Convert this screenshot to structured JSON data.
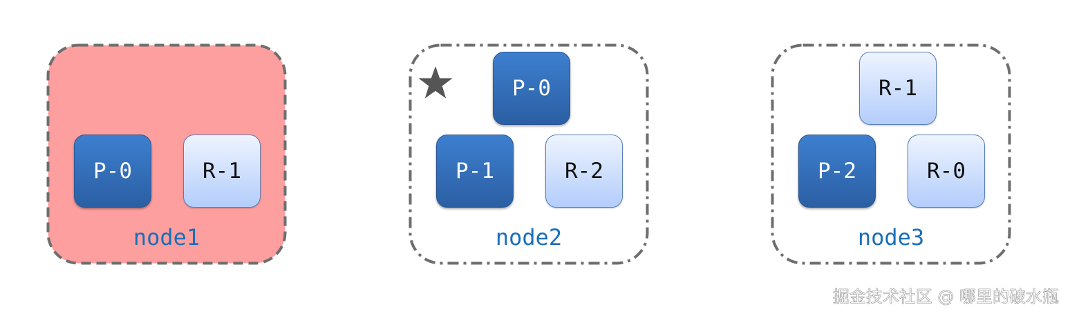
{
  "nodes": [
    {
      "label": "node1",
      "status": "failed",
      "fill_color": "#fe9f9f",
      "partitions": [
        {
          "label": "P-0",
          "role": "primary"
        },
        {
          "label": "R-1",
          "role": "replica"
        }
      ]
    },
    {
      "label": "node2",
      "status": "leader",
      "marker_icon": "star-icon",
      "partitions": [
        {
          "label": "P-0",
          "role": "primary"
        },
        {
          "label": "P-1",
          "role": "primary"
        },
        {
          "label": "R-2",
          "role": "replica"
        }
      ]
    },
    {
      "label": "node3",
      "status": "normal",
      "partitions": [
        {
          "label": "R-1",
          "role": "replica"
        },
        {
          "label": "P-2",
          "role": "primary"
        },
        {
          "label": "R-0",
          "role": "replica"
        }
      ]
    }
  ],
  "colors": {
    "primary": "#3274c2",
    "replica": "#c9dbfb",
    "label": "#1a6eb8",
    "border": "#6e6e6e"
  },
  "watermark": "掘金技术社区 @ 哪里的破水瓶"
}
